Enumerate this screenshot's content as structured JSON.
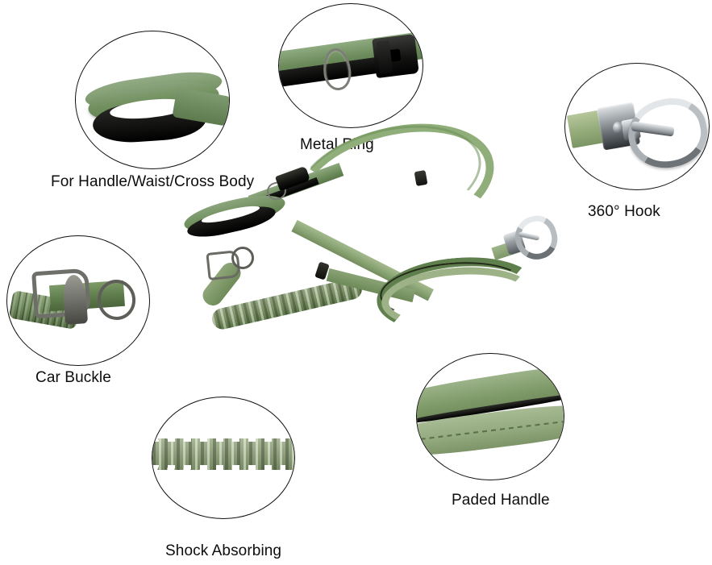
{
  "page": {
    "type": "product-infographic",
    "subject": "dog leash",
    "background_color": "#ffffff",
    "label_color": "#0d0d0d",
    "outline_color": "#111111"
  },
  "palette": {
    "webbing_green": "#6f8e5d",
    "webbing_green_light": "#9db287",
    "bungee_sage": "#9aac85",
    "padding_black": "#121210",
    "metal_chrome": "#b9bfc3",
    "metal_gunmetal": "#6f6f69"
  },
  "callouts": [
    {
      "id": "handle-waist-cross-body",
      "label": "For Handle/Waist/Cross Body",
      "detail": "green webbing loop with black padded lining"
    },
    {
      "id": "metal-ring",
      "label": "Metal Ring",
      "detail": "metal D-ring on webbing next to black side-release buckle"
    },
    {
      "id": "hook-360",
      "label": "360° Hook",
      "detail": "chrome swivel snap hook on light green webbing"
    },
    {
      "id": "car-buckle",
      "label": "Car Buckle",
      "detail": "metal seat belt clip attached to green bungee webbing"
    },
    {
      "id": "shock-absorbing",
      "label": "Shock Absorbing",
      "detail": "accordion ruffled elastic bungee section"
    },
    {
      "id": "paded-handle",
      "label": "Paded Handle",
      "detail": "two layers of green webbing with black padding seam"
    }
  ],
  "product": {
    "name": "bungee dog leash",
    "parts": [
      "handle loop",
      "side release buckle",
      "metal D-ring",
      "adjustable strap",
      "shock absorbing bungee",
      "car buckle clip",
      "padded handle",
      "360 degree swivel hook"
    ]
  }
}
